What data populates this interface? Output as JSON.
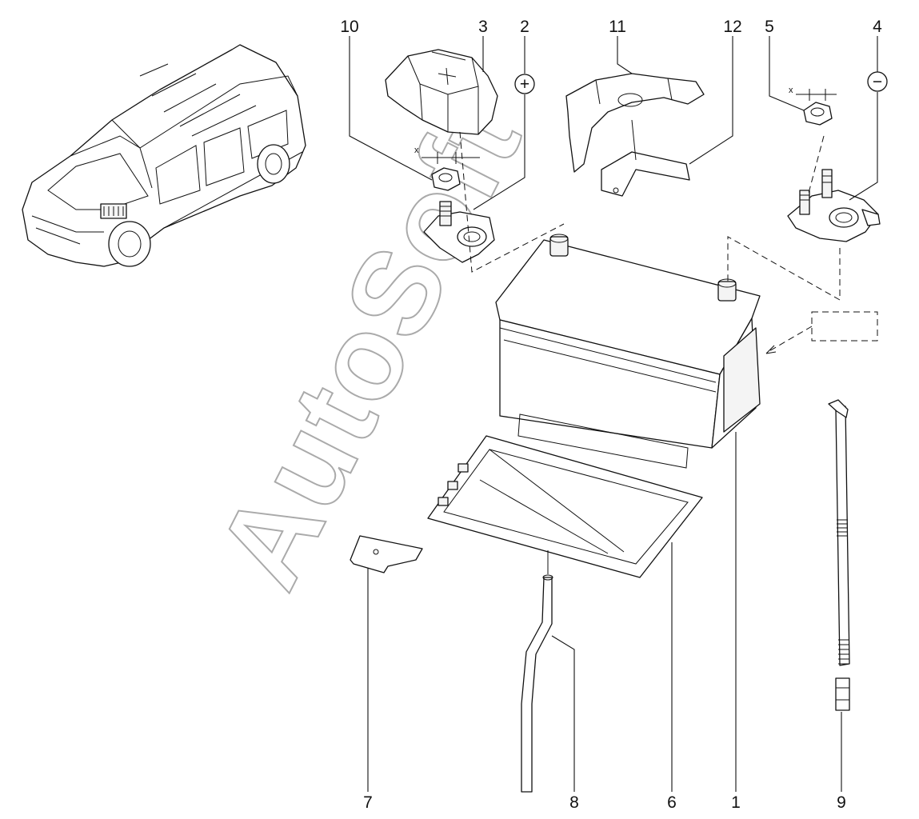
{
  "callouts": {
    "c1": "1",
    "c2": "2",
    "c3": "3",
    "c4": "4",
    "c5": "5",
    "c6": "6",
    "c7": "7",
    "c8": "8",
    "c9": "9",
    "c10": "10",
    "c11": "11",
    "c12": "12"
  },
  "symbols": {
    "plus": "+",
    "minus": "−",
    "x_left": "x",
    "x_right": "x"
  },
  "watermark": "AutoSoft",
  "colors": {
    "line": "#111111",
    "watermark": "#aaaaaa",
    "background": "#ffffff"
  }
}
